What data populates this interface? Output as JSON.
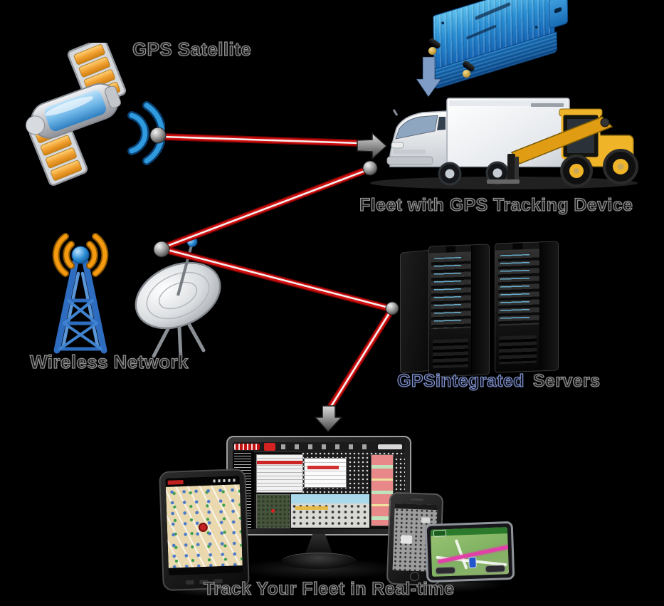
{
  "diagram": {
    "background": "#000000",
    "labels": {
      "satellite": "GPS Satellite",
      "fleet": "Fleet with GPS Tracking Device",
      "wireless": "Wireless Network",
      "servers_brand": "GPSintegrated",
      "servers_word": "Servers",
      "realtime": "Track Your Fleet in Real-time"
    },
    "nodes": [
      {
        "id": "gps-satellite",
        "label": "GPS Satellite"
      },
      {
        "id": "gps-tracker-device",
        "label": ""
      },
      {
        "id": "fleet",
        "label": "Fleet with GPS Tracking Device"
      },
      {
        "id": "wireless-network",
        "label": "Wireless Network"
      },
      {
        "id": "servers",
        "label": "GPSintegrated Servers"
      },
      {
        "id": "control-center",
        "label": "Track Your Fleet in Real-time"
      }
    ],
    "connections": [
      {
        "from": "gps-satellite",
        "to": "fleet",
        "style": "red-beam",
        "end": "gray-arrow-right"
      },
      {
        "from": "fleet",
        "to": "wireless-network",
        "style": "red-beam",
        "end": "ball-node"
      },
      {
        "from": "wireless-network",
        "to": "servers",
        "style": "red-beam",
        "end": "ball-node"
      },
      {
        "from": "servers",
        "to": "control-center",
        "style": "red-beam",
        "end": "gray-arrow-down"
      },
      {
        "from": "gps-tracker-device",
        "to": "fleet",
        "style": "blue-arrow",
        "end": "arrow-down"
      }
    ],
    "icons": [
      "satellite-icon",
      "signal-waves-icon",
      "gps-tracker-device-icon",
      "box-truck-icon",
      "telehandler-icon",
      "cell-tower-icon",
      "satellite-dish-icon",
      "server-rack-icon",
      "desktop-monitor-icon",
      "tablet-icon",
      "smartphone-icon",
      "gps-navigator-icon"
    ],
    "colors": {
      "beam_red": "#c40808",
      "beam_core": "#f3efef",
      "node_ball": "#a6a6a6",
      "arrow_gray": "#8a8a8a",
      "arrow_blue": "#7e9cc6",
      "device_blue": "#2a8fd4",
      "tower_blue": "#3577c8",
      "signal_orange": "#f59a10",
      "solar_panel_orange": "#f0a030",
      "machine_yellow": "#f0b429",
      "led_blue": "#78d7ff",
      "label_fill": "#1c1c1c",
      "label_stroke": "#8f8f8f"
    }
  }
}
